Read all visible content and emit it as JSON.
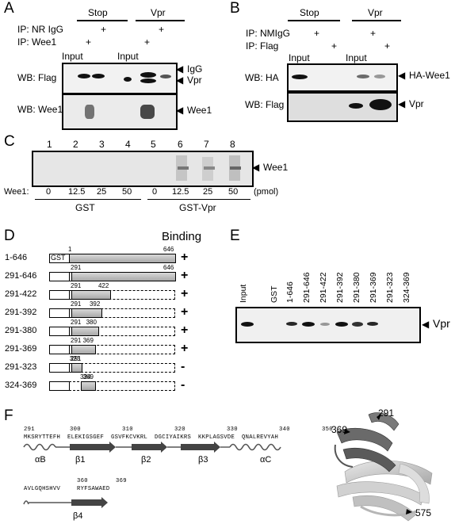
{
  "panelA": {
    "label": "A",
    "stop": "Stop",
    "vpr": "Vpr",
    "ip_nr_igg": "IP: NR IgG",
    "ip_wee1": "IP: Wee1",
    "input1": "Input",
    "input2": "Input",
    "wb_flag": "WB: Flag",
    "wb_wee1": "WB: Wee1",
    "igg": "IgG",
    "vpr_band": "Vpr",
    "wee1_band": "Wee1",
    "plus": "+"
  },
  "panelB": {
    "label": "B",
    "stop": "Stop",
    "vpr": "Vpr",
    "ip_nmigg": "IP: NMIgG",
    "ip_flag": "IP: Flag",
    "input1": "Input",
    "input2": "Input",
    "wb_ha": "WB: HA",
    "wb_flag": "WB: Flag",
    "ha_wee1": "HA-Wee1",
    "vpr_band": "Vpr",
    "plus": "+"
  },
  "panelC": {
    "label": "C",
    "lanes": [
      "1",
      "2",
      "3",
      "4",
      "5",
      "6",
      "7",
      "8"
    ],
    "wee1_label": "Wee1:",
    "amounts": [
      "0",
      "12.5",
      "25",
      "50",
      "0",
      "12.5",
      "25",
      "50"
    ],
    "unit": "(pmol)",
    "gst": "GST",
    "gst_vpr": "GST-Vpr",
    "band": "Wee1"
  },
  "panelD": {
    "label": "D",
    "binding": "Binding",
    "gst": "GST",
    "constructs": [
      {
        "name": "1-646",
        "start": "1",
        "end": "646",
        "binding": "+"
      },
      {
        "name": "291-646",
        "start": "291",
        "end": "646",
        "binding": "+"
      },
      {
        "name": "291-422",
        "start": "291",
        "end": "422",
        "binding": "+"
      },
      {
        "name": "291-392",
        "start": "291",
        "end": "392",
        "binding": "+"
      },
      {
        "name": "291-380",
        "start": "291",
        "end": "380",
        "binding": "+"
      },
      {
        "name": "291-369",
        "start": "291",
        "end": "369",
        "binding": "+"
      },
      {
        "name": "291-323",
        "start": "291",
        "end": "323",
        "binding": "-"
      },
      {
        "name": "324-369",
        "start": "324",
        "end": "369",
        "binding": "-"
      }
    ]
  },
  "panelE": {
    "label": "E",
    "lanes": [
      "Input",
      "GST",
      "1-646",
      "291-646",
      "291-422",
      "291-392",
      "291-380",
      "291-369",
      "291-323",
      "324-369"
    ],
    "band": "Vpr"
  },
  "panelF": {
    "label": "F",
    "ticks1": [
      "291",
      "300",
      "310",
      "320",
      "330",
      "340",
      "350"
    ],
    "seq1": [
      "MKSRYTTEFH",
      "ELEKIGSGEF",
      "GSVFKCVKRL",
      "DGCIYAIKRS",
      "KKPLAGSVDE",
      "QNALREVYAH"
    ],
    "ticks2": [
      "360",
      "369"
    ],
    "seq2": [
      "AVLGQHSHVV",
      "RYFSAWAED"
    ],
    "ss": [
      "αB",
      "β1",
      "β2",
      "β3",
      "αC",
      "β4"
    ],
    "struct_labels": [
      "291",
      "369",
      "575"
    ]
  }
}
